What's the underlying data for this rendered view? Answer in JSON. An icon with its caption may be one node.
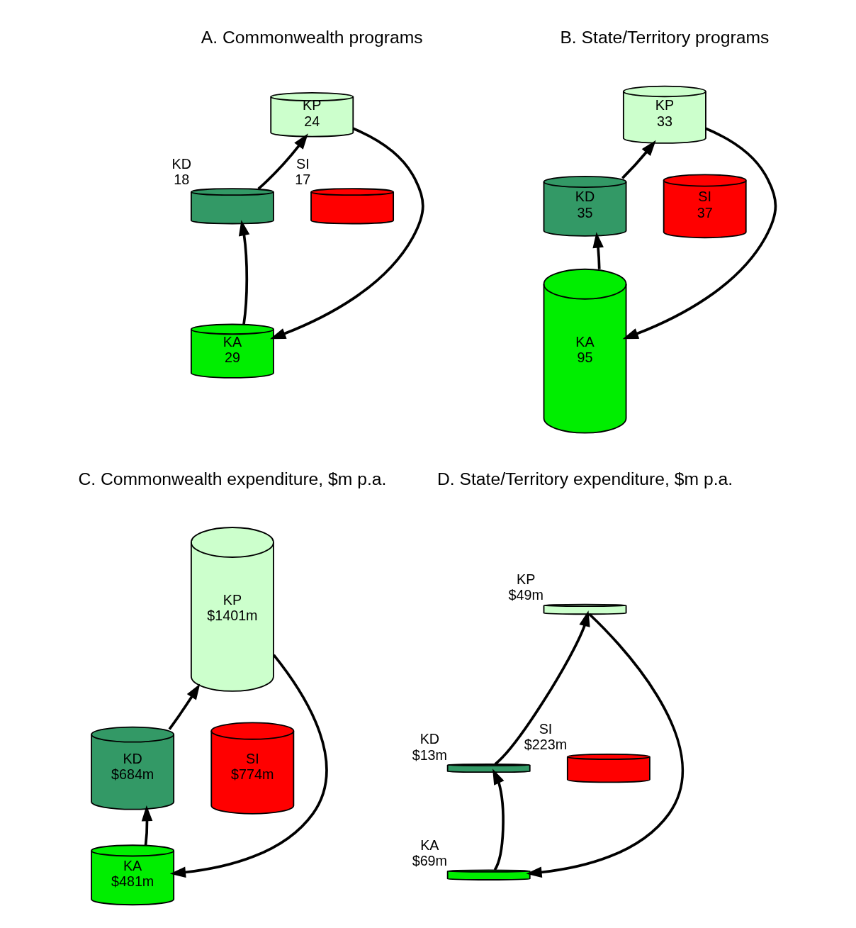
{
  "diagram": {
    "nodes": [
      {
        "text": [
          "KP",
          "24"
        ]
      },
      {
        "text": [],
        "shape": "cylinder",
        "beside": [
          "KD",
          "18"
        ]
      },
      {
        "text": [],
        "shape": "cylinder",
        "beside": [
          "SI",
          "17"
        ]
      },
      {
        "text": [
          "KA",
          "29"
        ]
      },
      {
        "text": [
          "KP",
          "33"
        ]
      },
      {
        "text": [
          "KD",
          "35"
        ]
      },
      {
        "text": [
          "SI",
          "37"
        ]
      },
      {
        "text": [
          "KA",
          "95"
        ]
      },
      {
        "text": [
          "KP",
          "$1401m"
        ]
      },
      {
        "text": [
          "KD",
          "$684m"
        ]
      },
      {
        "text": [
          "SI",
          "$774m"
        ]
      },
      {
        "text": [
          "KA",
          "$481m"
        ]
      },
      {
        "text": [],
        "shape": "cylinder",
        "beside": [
          "KP",
          "$49m"
        ]
      },
      {
        "text": [],
        "shape": "cylinder",
        "beside": [
          "KD",
          "$13m"
        ]
      },
      {
        "text": [],
        "shape": "cylinder",
        "beside": [
          "SI",
          "$223m"
        ]
      },
      {
        "text": [],
        "shape": "cylinder",
        "beside": [
          "KA",
          "$69m"
        ]
      }
    ],
    "edges": [
      {
        "from": 1,
        "to": 0,
        "arrow": "to"
      },
      {
        "from": 0,
        "to": 3,
        "arrow": "to"
      },
      {
        "from": 3,
        "to": 1,
        "arrow": "to"
      },
      {
        "from": 5,
        "to": 4,
        "arrow": "to"
      },
      {
        "from": 4,
        "to": 7,
        "arrow": "to"
      },
      {
        "from": 7,
        "to": 5,
        "arrow": "to"
      },
      {
        "from": 9,
        "to": 8,
        "arrow": "to"
      },
      {
        "from": 8,
        "to": 11,
        "arrow": "to"
      },
      {
        "from": 11,
        "to": 9,
        "arrow": "to"
      },
      {
        "from": 13,
        "to": 12,
        "arrow": "to"
      },
      {
        "from": 12,
        "to": 15,
        "arrow": "to"
      },
      {
        "from": 15,
        "to": 13,
        "arrow": "to"
      }
    ],
    "labels": [
      "A. Commonwealth programs",
      "B. State/Territory programs",
      "C. Commonwealth expenditure, $m p.a.",
      "D. State/Territory expenditure, $m p.a."
    ]
  }
}
